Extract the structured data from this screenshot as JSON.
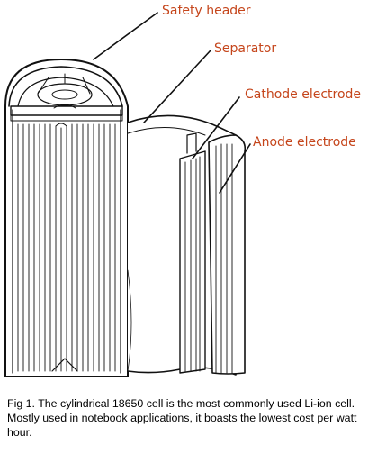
{
  "colors": {
    "label": "#c5451b",
    "line": "#111111"
  },
  "labels": {
    "safety_header": "Safety header",
    "separator": "Separator",
    "cathode": "Cathode electrode",
    "anode": "Anode electrode"
  },
  "caption": "Fig 1. The cylindrical 18650 cell is the most commonly used Li-ion cell. Mostly used in notebook applications, it boasts the lowest cost per watt hour."
}
